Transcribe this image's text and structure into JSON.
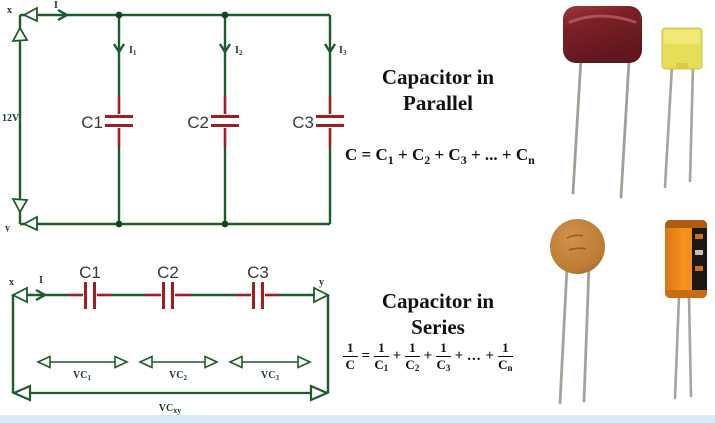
{
  "colors": {
    "circuit_green": "#1d5c2b",
    "capacitor_red": "#a01d22",
    "film_red_body": "#7d2027",
    "film_yellow_body": "#e7de58",
    "ceramic_orange": "#bf7a33",
    "electrolytic_orange": "#ef8c1f",
    "bottom_strip": "#d8ebf5"
  },
  "parallel_section": {
    "title_line1": "Capacitor in",
    "title_line2": "Parallel",
    "formula": {
      "lhs": "C",
      "eq": "=",
      "plus1": "+",
      "plus2": "+",
      "plus3": "+",
      "plus4": "+",
      "dots": "...",
      "t1b": "C",
      "t1s": "1",
      "t2b": "C",
      "t2s": "2",
      "t3b": "C",
      "t3s": "3",
      "tnb": "C",
      "tns": "n"
    },
    "circuit": {
      "node_top": "x",
      "node_bottom": "y",
      "source": "12V",
      "current": "I",
      "i1b": "I",
      "i1s": "1",
      "i2b": "I",
      "i2s": "2",
      "i3b": "I",
      "i3s": "3",
      "cap1": "C1",
      "cap2": "C2",
      "cap3": "C3"
    }
  },
  "series_section": {
    "title_line1": "Capacitor in",
    "title_line2": "Series",
    "formula": {
      "eq": "=",
      "plus1": "+",
      "plus2": "+",
      "plus3": "+",
      "plus4": "+",
      "dots": "...",
      "lhs_num": "1",
      "lhs_den": "C",
      "t1n": "1",
      "t1d": "C",
      "t1s": "1",
      "t2n": "1",
      "t2d": "C",
      "t2s": "2",
      "t3n": "1",
      "t3d": "C",
      "t3s": "3",
      "tnn": "1",
      "tnd": "C",
      "tns": "n"
    },
    "circuit": {
      "node_left": "x",
      "node_right": "y",
      "current": "I",
      "cap1": "C1",
      "cap2": "C2",
      "cap3": "C3",
      "v1b": "VC",
      "v1s": "1",
      "v2b": "VC",
      "v2s": "2",
      "v3b": "VC",
      "v3s": "3",
      "vtotb": "VC",
      "vtots": "xy"
    }
  },
  "photos": {
    "top_left": "dark-red-film-capacitor",
    "top_right": "yellow-film-capacitor",
    "bottom_left": "ceramic-disc-capacitor",
    "bottom_right": "electrolytic-capacitor"
  }
}
